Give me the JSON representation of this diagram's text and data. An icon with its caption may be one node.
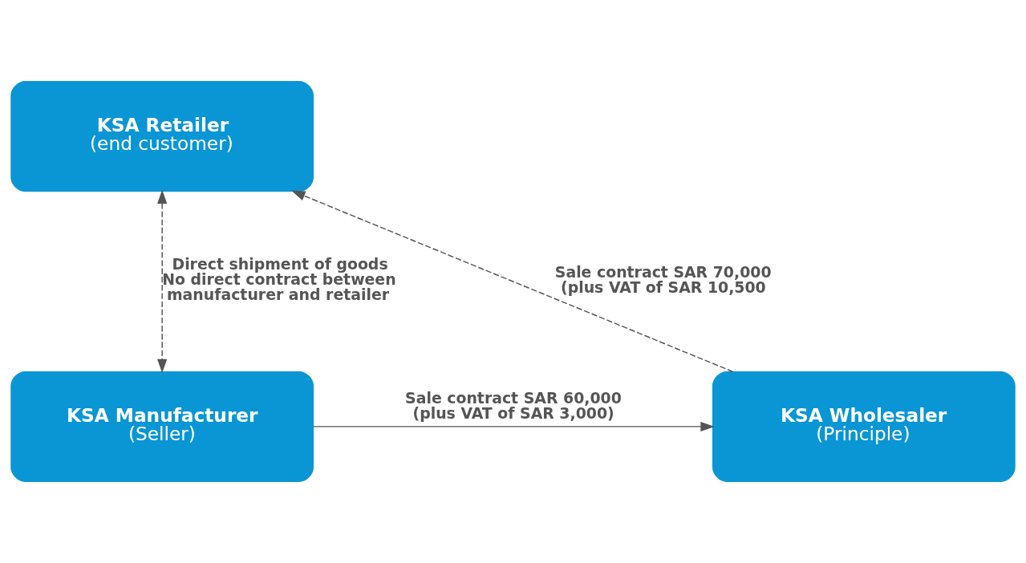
{
  "diagram": {
    "nodes": [
      {
        "text": [
          "KSA Retailer",
          "(end customer)"
        ]
      },
      {
        "text": [
          "KSA Manufacturer",
          "(Seller)"
        ]
      },
      {
        "text": [
          "KSA Wholesaler",
          "(Principle)"
        ]
      }
    ],
    "edges": [
      {
        "from": 1,
        "to": 0,
        "arrow": "both",
        "style": "dashed",
        "label": "Direct shipment of goods No direct contract between manufacturer and retailer"
      },
      {
        "from": 1,
        "to": 2,
        "arrow": "to",
        "label": "Sale contract SAR 60,000 (plus VAT of SAR 3,000)"
      },
      {
        "from": 2,
        "to": 0,
        "arrow": "to",
        "style": "dashed",
        "label": "Sale contract SAR 70,000 (plus VAT of SAR 10,500"
      }
    ]
  }
}
